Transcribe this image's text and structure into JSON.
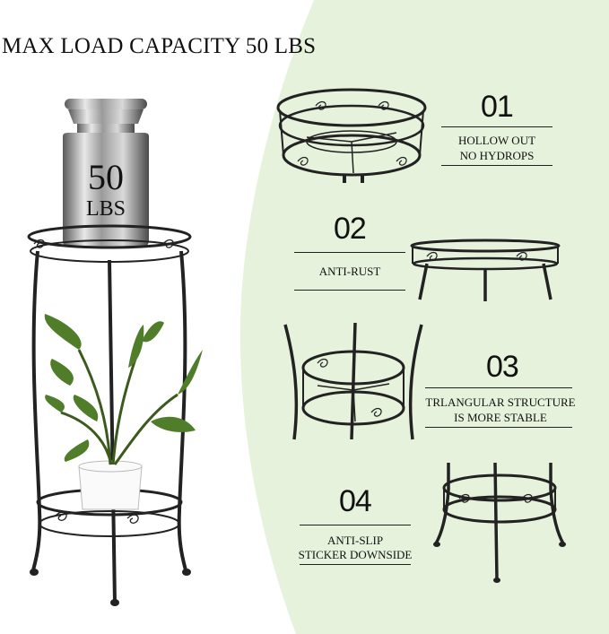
{
  "title": "MAX LOAD CAPACITY 50 LBS",
  "weight": {
    "value": "50",
    "unit": "LBS"
  },
  "features": [
    {
      "number": "01",
      "line1": "HOLLOW OUT",
      "line2": "NO HYDROPS"
    },
    {
      "number": "02",
      "line1": "ANTI-RUST",
      "line2": ""
    },
    {
      "number": "03",
      "line1": "TRLANGULAR STRUCTURE",
      "line2": "IS MORE STABLE"
    },
    {
      "number": "04",
      "line1": "ANTI-SLIP",
      "line2": "STICKER DOWNSIDE"
    }
  ],
  "colors": {
    "background_green": "#e6f2dc",
    "metal": "#222222",
    "text": "#111111"
  },
  "icons": [
    "weight-icon",
    "plant-stand-icon",
    "plant-icon",
    "tray-top-icon",
    "stand-rim-icon",
    "stand-low-angle-icon",
    "stand-base-icon"
  ]
}
